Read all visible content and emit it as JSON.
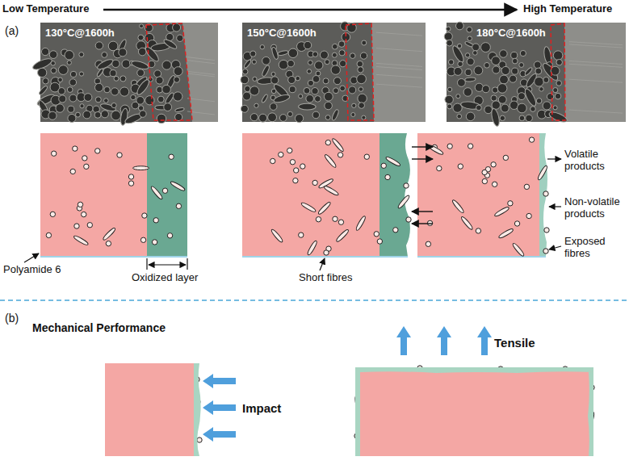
{
  "diagram": {
    "labels": [
      "Low Temperature",
      "High Temperature",
      "(a)",
      "130°C@1600h",
      "150°C@1600h",
      "180°C@1600h",
      "Polyamide 6",
      "Oxidized layer",
      "Short fibres",
      "Volatile products",
      "Non-volatile products",
      "Exposed fibres",
      "(b)",
      "Mechanical Performance",
      "Impact",
      "Tensile"
    ]
  }
}
